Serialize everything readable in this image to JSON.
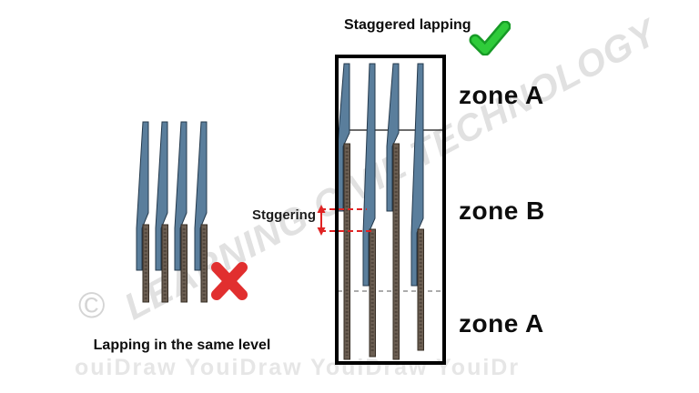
{
  "colors": {
    "new_bar": "#5a7e9c",
    "new_bar_edge": "#24394c",
    "old_bar": "#6b5e52",
    "old_bar_edge": "#352c23",
    "accent_red": "#e12f2f",
    "accent_green": "#2fcb3a",
    "green_edge": "#179a26",
    "dim_red": "#e02424",
    "watermark_gray": "#d7d7d7"
  },
  "right_panel": {
    "title": "Staggered lapping",
    "status_icon": "check-icon",
    "zones": [
      {
        "label": "zone A"
      },
      {
        "label": "zone B"
      },
      {
        "label": "zone A"
      }
    ],
    "stagger_label": "Stggering"
  },
  "left_panel": {
    "caption": "Lapping in the same level",
    "status_icon": "x-icon"
  },
  "watermarks": {
    "diagonal_text": "LEARNING CIVIL TECHNOLOGY",
    "copyright_symbol": "©",
    "bottom_text": "ouiDraw YouiDraw    YouiDraw YouiDr"
  }
}
